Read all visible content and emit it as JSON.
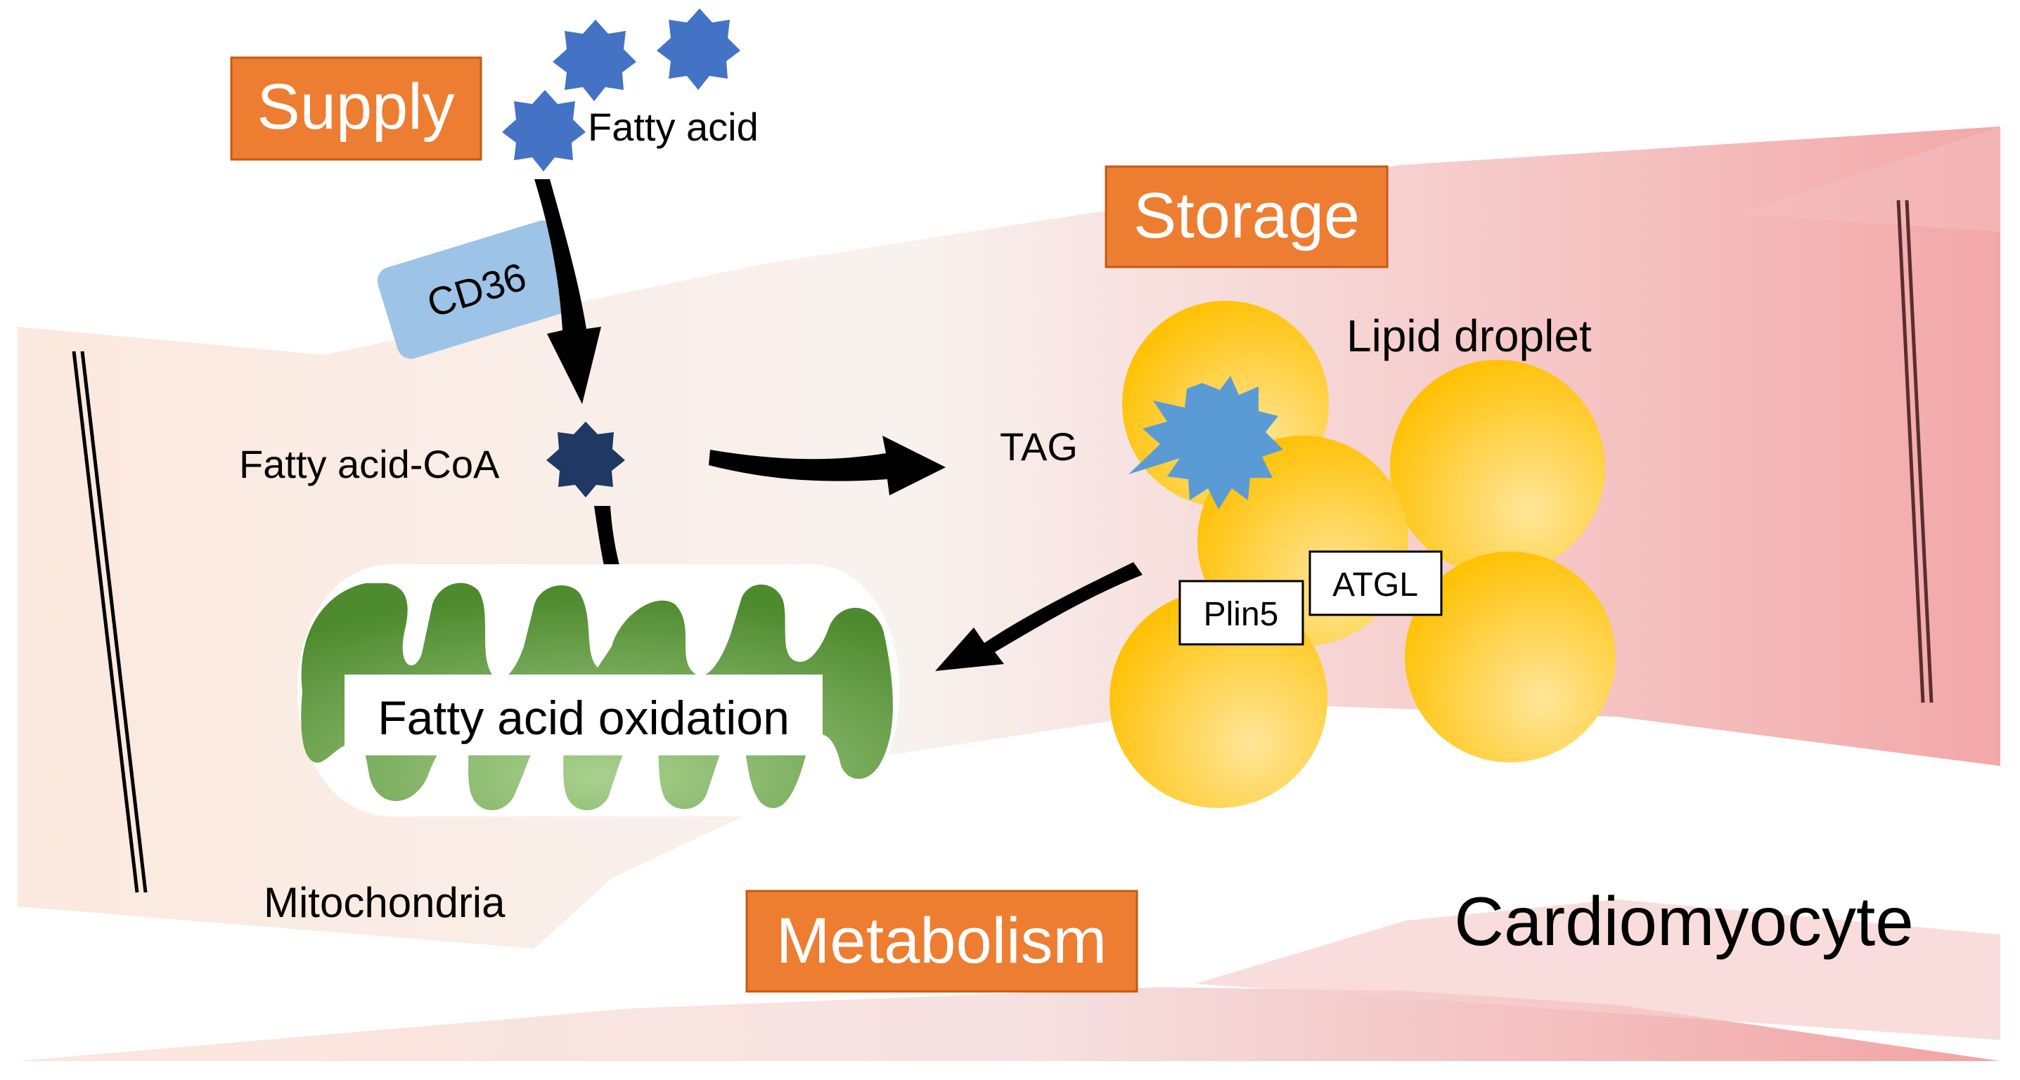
{
  "sections": {
    "supply": "Supply",
    "storage": "Storage",
    "metabolism": "Metabolism"
  },
  "molecules": {
    "fatty_acid": "Fatty acid",
    "fatty_acid_coa": "Fatty acid-CoA",
    "tag": "TAG"
  },
  "proteins": {
    "cd36": "CD36",
    "plin5": "Plin5",
    "atgl": "ATGL"
  },
  "organelles": {
    "lipid_droplet": "Lipid droplet",
    "mitochondria": "Mitochondria"
  },
  "process": {
    "fatty_acid_oxidation": "Fatty acid oxidation"
  },
  "cell": {
    "name": "Cardiomyocyte"
  },
  "colors": {
    "section_box": "#ED7D31",
    "fatty_acid_star": "#4472C4",
    "fatty_acid_coa_star": "#1F3864",
    "cd36": "#9DC3E6",
    "tag_star": "#5B9BD5",
    "lipid_droplet": "#FFC000",
    "mitochondria": "#5A9A3A",
    "arrow": "#000000"
  }
}
